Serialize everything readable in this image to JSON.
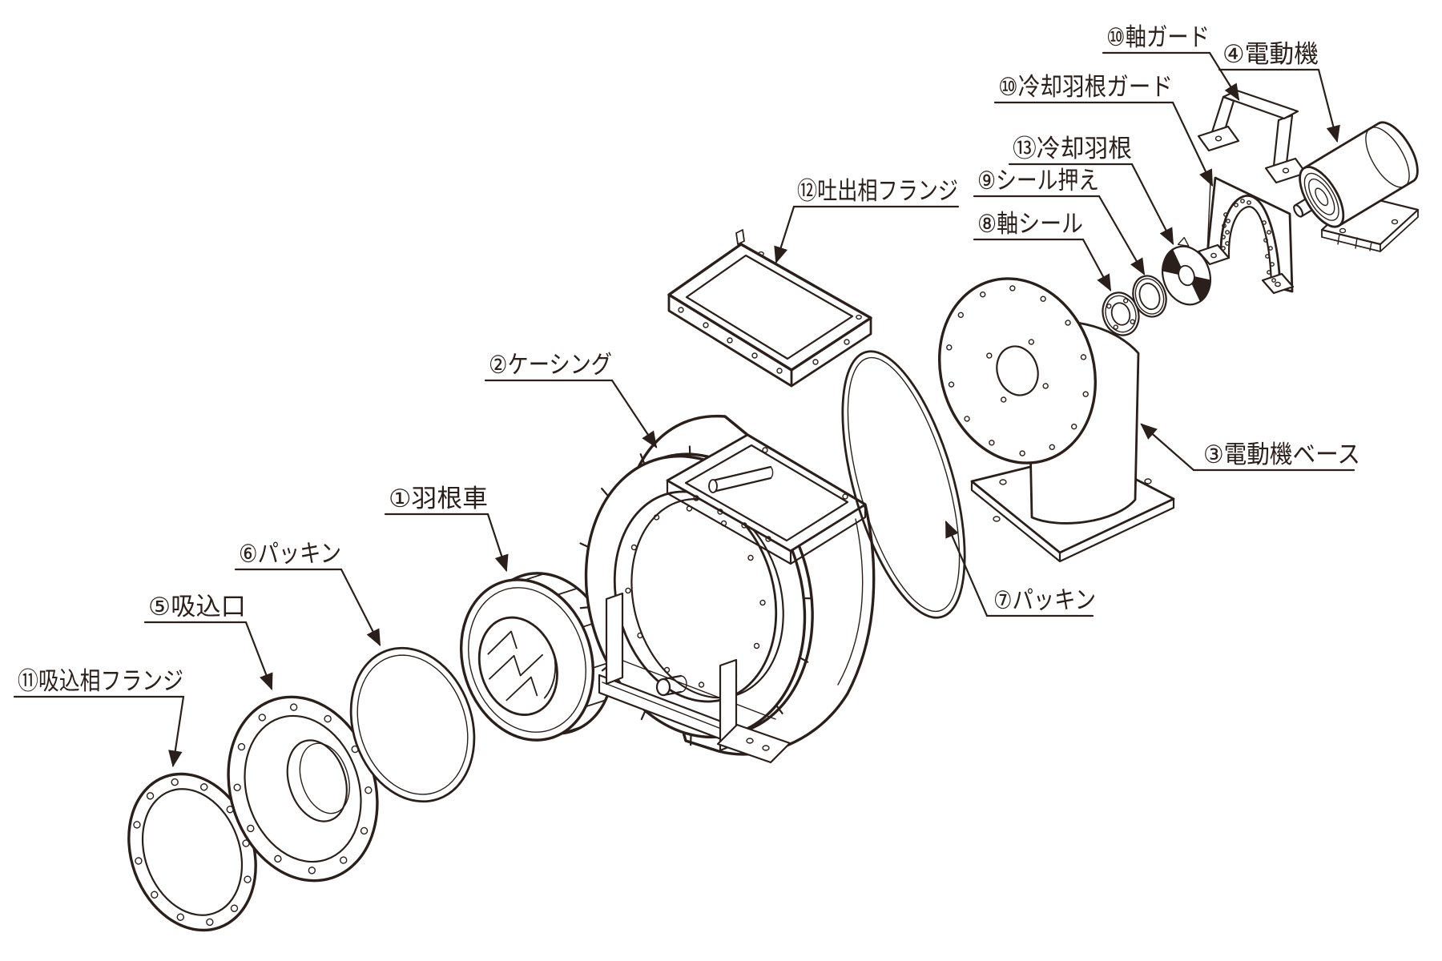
{
  "diagram": {
    "type": "exploded-parts-diagram",
    "subject": "遠心送風機",
    "ink_color": "#2a1f1a",
    "background_color": "#ffffff",
    "labels": [
      {
        "number": "⑩",
        "name": "軸ガード",
        "text": "⑩軸ガード"
      },
      {
        "number": "④",
        "name": "電動機",
        "text": "④電動機"
      },
      {
        "number": "⑩",
        "name": "冷却羽根ガード",
        "text": "⑩冷却羽根ガード"
      },
      {
        "number": "⑬",
        "name": "冷却羽根",
        "text": "⑬冷却羽根"
      },
      {
        "number": "⑨",
        "name": "シール押え",
        "text": "⑨シール押え"
      },
      {
        "number": "⑧",
        "name": "軸シール",
        "text": "⑧軸シール"
      },
      {
        "number": "⑫",
        "name": "吐出相フランジ",
        "text": "⑫吐出相フランジ"
      },
      {
        "number": "②",
        "name": "ケーシング",
        "text": "②ケーシング"
      },
      {
        "number": "③",
        "name": "電動機ベース",
        "text": "③電動機ベース"
      },
      {
        "number": "①",
        "name": "羽根車",
        "text": "①羽根車"
      },
      {
        "number": "⑥",
        "name": "パッキン",
        "text": "⑥パッキン"
      },
      {
        "number": "⑤",
        "name": "吸込口",
        "text": "⑤吸込口"
      },
      {
        "number": "⑪",
        "name": "吸込相フランジ",
        "text": "⑪吸込相フランジ"
      },
      {
        "number": "⑦",
        "name": "パッキン",
        "text": "⑦パッキン"
      }
    ]
  }
}
